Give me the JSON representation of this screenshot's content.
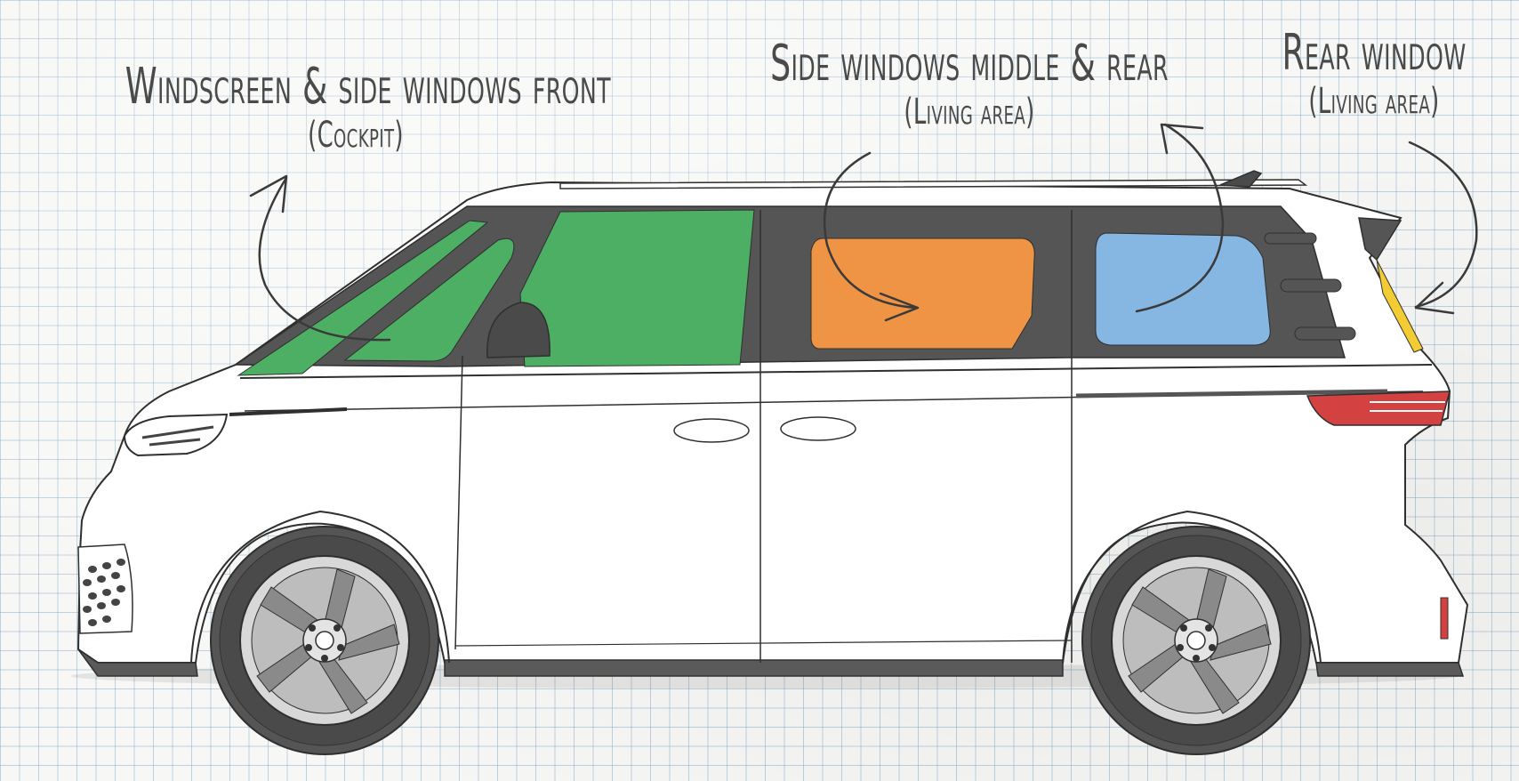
{
  "zones": {
    "front": {
      "title": "Windscreen & side windows front",
      "subtitle": "(Cockpit)",
      "color": "#4caf63"
    },
    "middle": {
      "title": "Side windows middle & rear",
      "subtitle": "(Living area)",
      "color": "#ef9444"
    },
    "rear": {
      "title": "Rear window",
      "subtitle": "(Living area)",
      "color": "#f2cc32"
    },
    "rear_side": {
      "color": "#86b6e2"
    }
  }
}
